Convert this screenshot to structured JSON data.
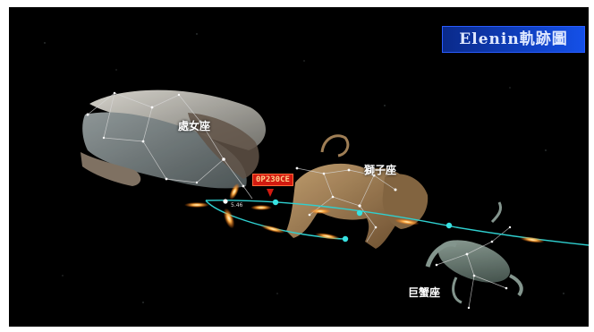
{
  "title": "Elenin軌跡圖",
  "constellations": {
    "virgo": "處女座",
    "leo": "獅子座",
    "cancer": "巨蟹座"
  },
  "object_label": "0P230CE",
  "tiny_label": "5.46",
  "colors": {
    "background": "#000000",
    "orbit_line": "#2fd0d0",
    "title_bg": "#1450e8",
    "comet_glow": "#ff8a2a"
  }
}
